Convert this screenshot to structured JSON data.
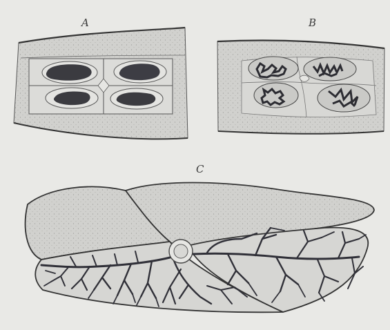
{
  "plate": {
    "figure_a": {
      "label": "A"
    },
    "figure_b": {
      "label": "B"
    },
    "figure_c": {
      "label": "C"
    }
  },
  "colors": {
    "paper": "#e9e9e6",
    "shading": "#cfcfcc",
    "ink": "#2e2e33",
    "vein": "#303038"
  }
}
